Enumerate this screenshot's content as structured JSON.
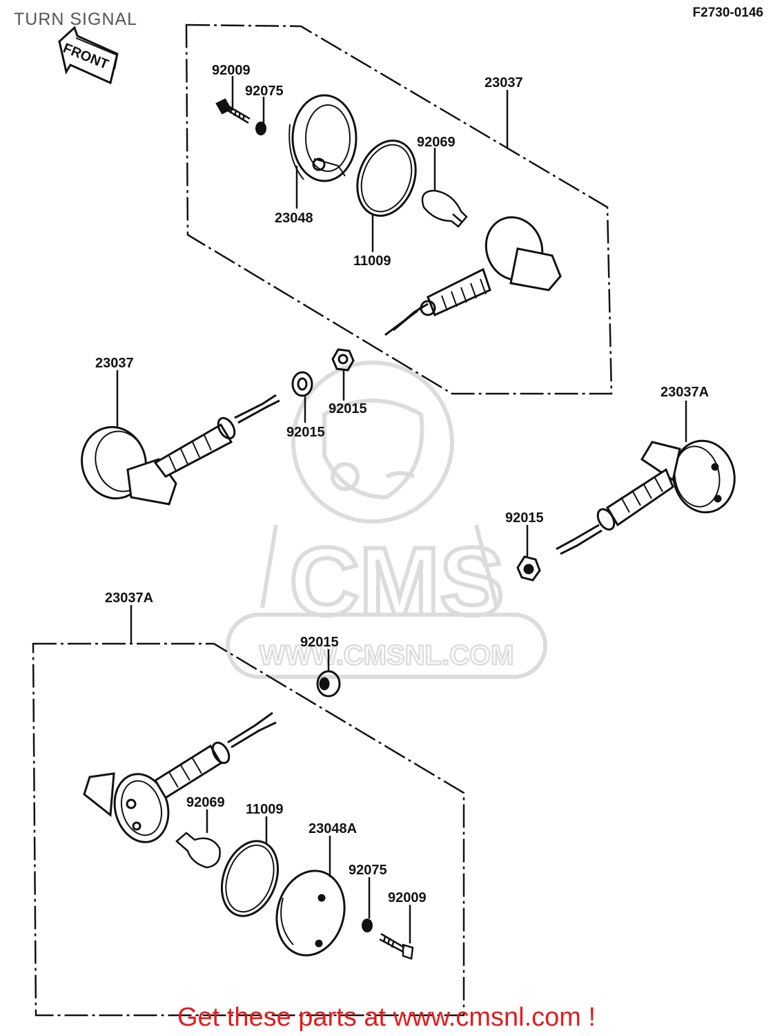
{
  "title": "TURN SIGNAL",
  "diagram_code": "F2730-0146",
  "front_arrow_label": "FRONT",
  "watermark": {
    "brand": "CMS",
    "url": "WWW.CMSNL.COM"
  },
  "parts": {
    "p1": "92009",
    "p2": "92075",
    "p3": "23037",
    "p4": "92069",
    "p5": "23048",
    "p6": "11009",
    "p7": "23037",
    "p8": "92015",
    "p9": "92015",
    "p10": "23037A",
    "p11": "92015",
    "p12": "23037A",
    "p13": "92015",
    "p14": "92069",
    "p15": "11009",
    "p16": "23048A",
    "p17": "92075",
    "p18": "92009"
  },
  "footer_link": "Get these parts at www.cmsnl.com !",
  "colors": {
    "ink": "#111111",
    "footer": "#e31b1b",
    "watermark": "#dcdcdc"
  }
}
